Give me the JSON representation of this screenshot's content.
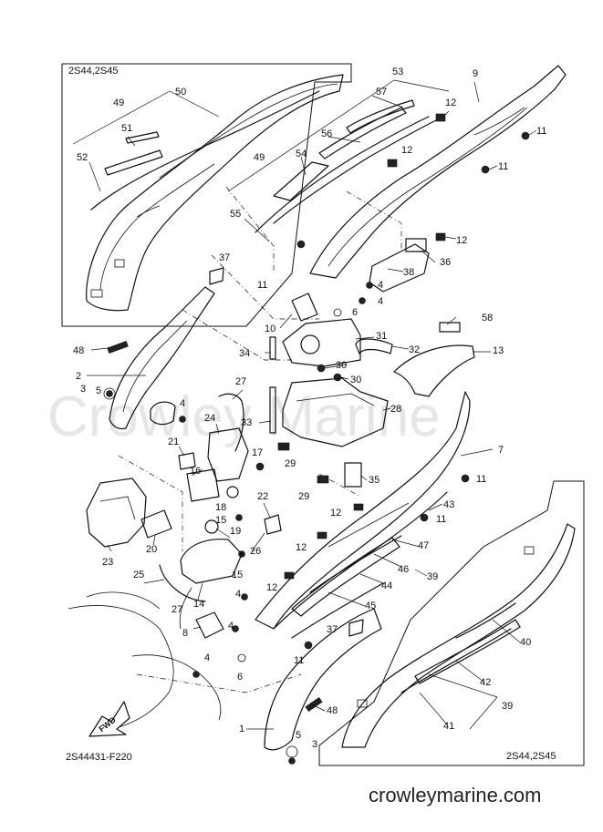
{
  "diagram": {
    "watermark": "Crowley Marine",
    "site_url": "crowleymarine.com",
    "diagram_code": "2S44431-F220",
    "inset_top_label": "2S44,2S45",
    "inset_bottom_label": "2S44,2S45",
    "fwd_label": "FWD",
    "callouts": [
      {
        "id": "c50",
        "text": "50"
      },
      {
        "id": "c49a",
        "text": "49"
      },
      {
        "id": "c51",
        "text": "51"
      },
      {
        "id": "c52",
        "text": "52"
      },
      {
        "id": "c53",
        "text": "53"
      },
      {
        "id": "c9",
        "text": "9"
      },
      {
        "id": "c57",
        "text": "57"
      },
      {
        "id": "c12a",
        "text": "12"
      },
      {
        "id": "c11a",
        "text": "11"
      },
      {
        "id": "c56",
        "text": "56"
      },
      {
        "id": "c12b",
        "text": "12"
      },
      {
        "id": "c54",
        "text": "54"
      },
      {
        "id": "c49b",
        "text": "49"
      },
      {
        "id": "c11b",
        "text": "11"
      },
      {
        "id": "c55",
        "text": "55"
      },
      {
        "id": "c12c",
        "text": "12"
      },
      {
        "id": "c37a",
        "text": "37"
      },
      {
        "id": "c36",
        "text": "36"
      },
      {
        "id": "c38",
        "text": "38"
      },
      {
        "id": "c11c",
        "text": "11"
      },
      {
        "id": "c4a",
        "text": "4"
      },
      {
        "id": "c4b",
        "text": "4"
      },
      {
        "id": "c6a",
        "text": "6"
      },
      {
        "id": "c10",
        "text": "10"
      },
      {
        "id": "c58",
        "text": "58"
      },
      {
        "id": "c31",
        "text": "31"
      },
      {
        "id": "c48a",
        "text": "48"
      },
      {
        "id": "c34",
        "text": "34"
      },
      {
        "id": "c32",
        "text": "32"
      },
      {
        "id": "c13",
        "text": "13"
      },
      {
        "id": "c2",
        "text": "2"
      },
      {
        "id": "c30a",
        "text": "30"
      },
      {
        "id": "c30b",
        "text": "30"
      },
      {
        "id": "c3a",
        "text": "3"
      },
      {
        "id": "c5a",
        "text": "5"
      },
      {
        "id": "c27a",
        "text": "27"
      },
      {
        "id": "c4c",
        "text": "4"
      },
      {
        "id": "c28",
        "text": "28"
      },
      {
        "id": "c24",
        "text": "24"
      },
      {
        "id": "c33",
        "text": "33"
      },
      {
        "id": "c7",
        "text": "7"
      },
      {
        "id": "c21",
        "text": "21"
      },
      {
        "id": "c17",
        "text": "17"
      },
      {
        "id": "c16",
        "text": "16"
      },
      {
        "id": "c29a",
        "text": "29"
      },
      {
        "id": "c11d",
        "text": "11"
      },
      {
        "id": "c35",
        "text": "35"
      },
      {
        "id": "c29b",
        "text": "29"
      },
      {
        "id": "c22",
        "text": "22"
      },
      {
        "id": "c18",
        "text": "18"
      },
      {
        "id": "c43",
        "text": "43"
      },
      {
        "id": "c12d",
        "text": "12"
      },
      {
        "id": "c11e",
        "text": "11"
      },
      {
        "id": "c15a",
        "text": "15"
      },
      {
        "id": "c19",
        "text": "19"
      },
      {
        "id": "c20",
        "text": "20"
      },
      {
        "id": "c23",
        "text": "23"
      },
      {
        "id": "c26",
        "text": "26"
      },
      {
        "id": "c12e",
        "text": "12"
      },
      {
        "id": "c47",
        "text": "47"
      },
      {
        "id": "c25",
        "text": "25"
      },
      {
        "id": "c15b",
        "text": "15"
      },
      {
        "id": "c46",
        "text": "46"
      },
      {
        "id": "c12f",
        "text": "12"
      },
      {
        "id": "c44",
        "text": "44"
      },
      {
        "id": "c39a",
        "text": "39"
      },
      {
        "id": "c14",
        "text": "14"
      },
      {
        "id": "c27b",
        "text": "27"
      },
      {
        "id": "c45",
        "text": "45"
      },
      {
        "id": "c4d",
        "text": "4"
      },
      {
        "id": "c4e",
        "text": "4"
      },
      {
        "id": "c8",
        "text": "8"
      },
      {
        "id": "c37b",
        "text": "37"
      },
      {
        "id": "c40",
        "text": "40"
      },
      {
        "id": "c11f",
        "text": "11"
      },
      {
        "id": "c4f",
        "text": "4"
      },
      {
        "id": "c6b",
        "text": "6"
      },
      {
        "id": "c42",
        "text": "42"
      },
      {
        "id": "c48b",
        "text": "48"
      },
      {
        "id": "c39b",
        "text": "39"
      },
      {
        "id": "c1",
        "text": "1"
      },
      {
        "id": "c41",
        "text": "41"
      },
      {
        "id": "c5b",
        "text": "5"
      },
      {
        "id": "c3b",
        "text": "3"
      }
    ]
  }
}
